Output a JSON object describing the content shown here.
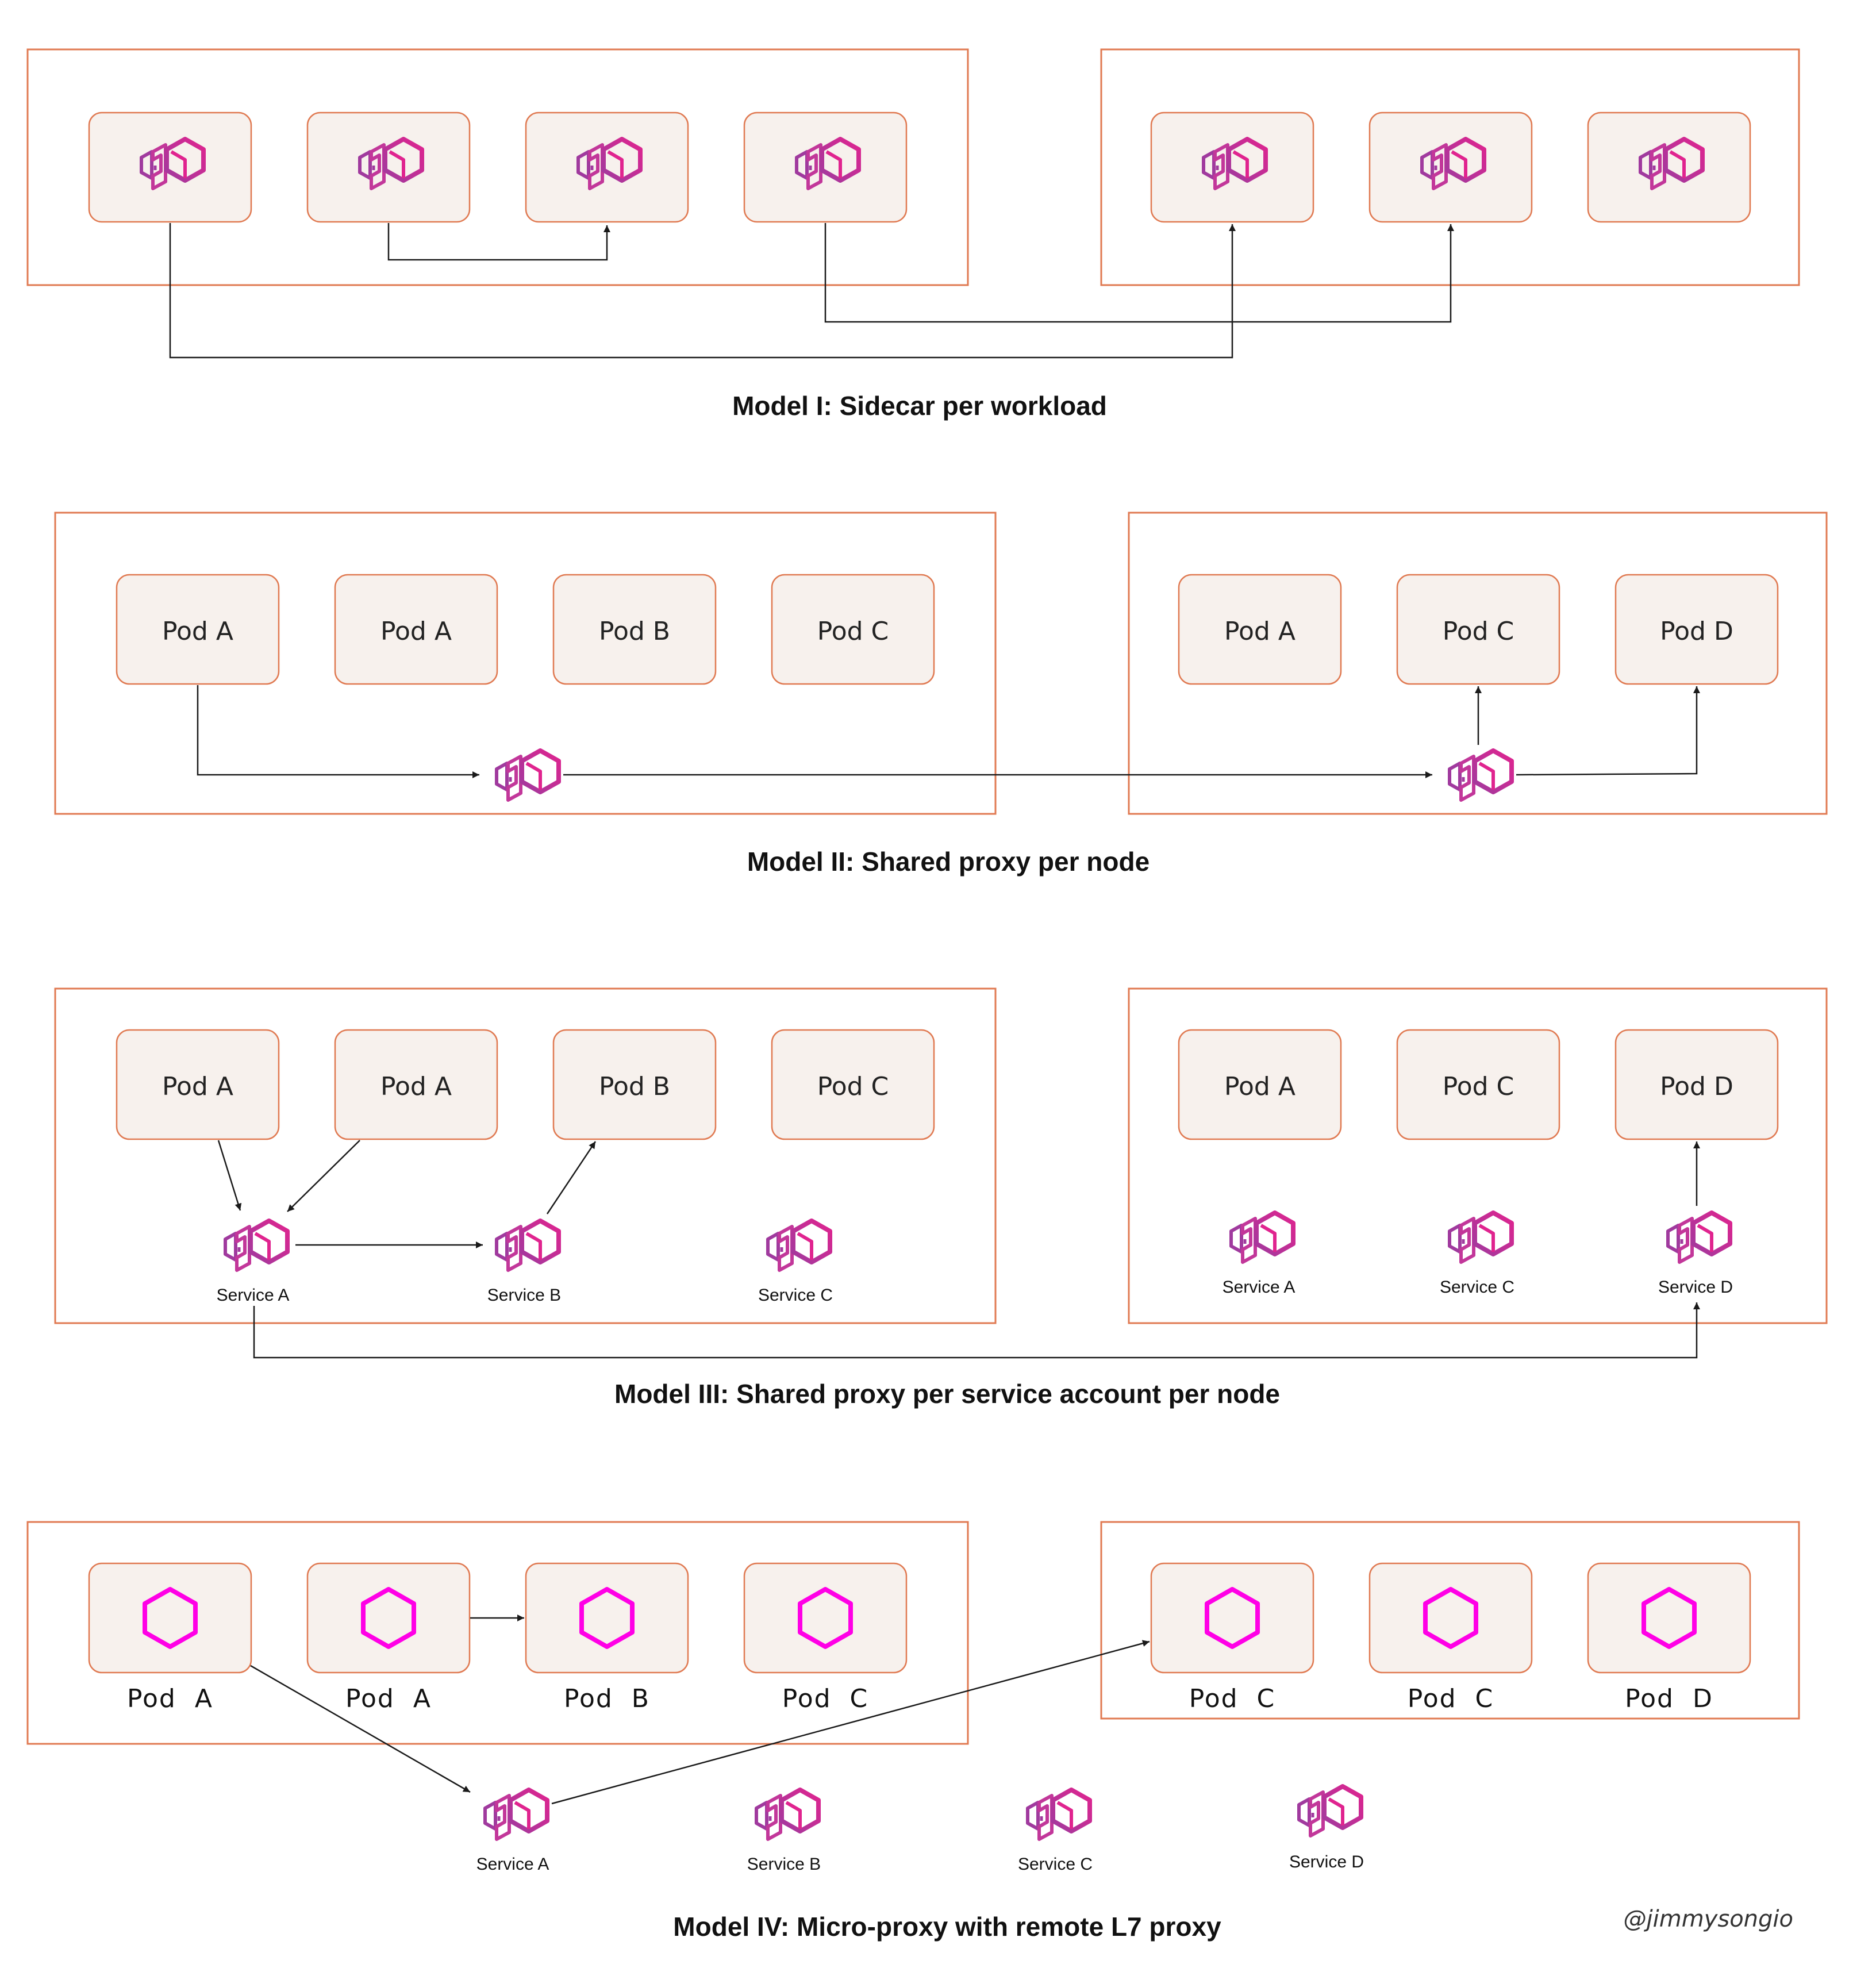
{
  "colors": {
    "node_border": "#e07a52",
    "card_fill": "#f7f1ed",
    "proxy_pink": "#e0248f",
    "proxy_purple": "#a03a9e",
    "hexagon_magenta": "#ff00e6"
  },
  "icons": {
    "proxy": "envoy-proxy-icon",
    "micro_proxy": "hexagon-icon"
  },
  "models": [
    {
      "title": "Model I: Sidecar per workload"
    },
    {
      "title": "Model II: Shared proxy per node",
      "node1_pods": [
        "Pod A",
        "Pod A",
        "Pod B",
        "Pod C"
      ],
      "node2_pods": [
        "Pod A",
        "Pod C",
        "Pod D"
      ]
    },
    {
      "title": "Model III: Shared proxy per service account per node",
      "node1_pods": [
        "Pod A",
        "Pod A",
        "Pod B",
        "Pod C"
      ],
      "node2_pods": [
        "Pod A",
        "Pod C",
        "Pod D"
      ],
      "node1_services": [
        "Service A",
        "Service B",
        "Service C"
      ],
      "node2_services": [
        "Service A",
        "Service C",
        "Service D"
      ]
    },
    {
      "title": "Model IV: Micro-proxy with remote L7 proxy",
      "node1_pods": [
        "Pod  A",
        "Pod  A",
        "Pod  B",
        "Pod  C"
      ],
      "node2_pods": [
        "Pod  C",
        "Pod  C",
        "Pod  D"
      ],
      "remote_services": [
        "Service A",
        "Service B",
        "Service C",
        "Service D"
      ]
    }
  ],
  "credit": "@jimmysongio"
}
